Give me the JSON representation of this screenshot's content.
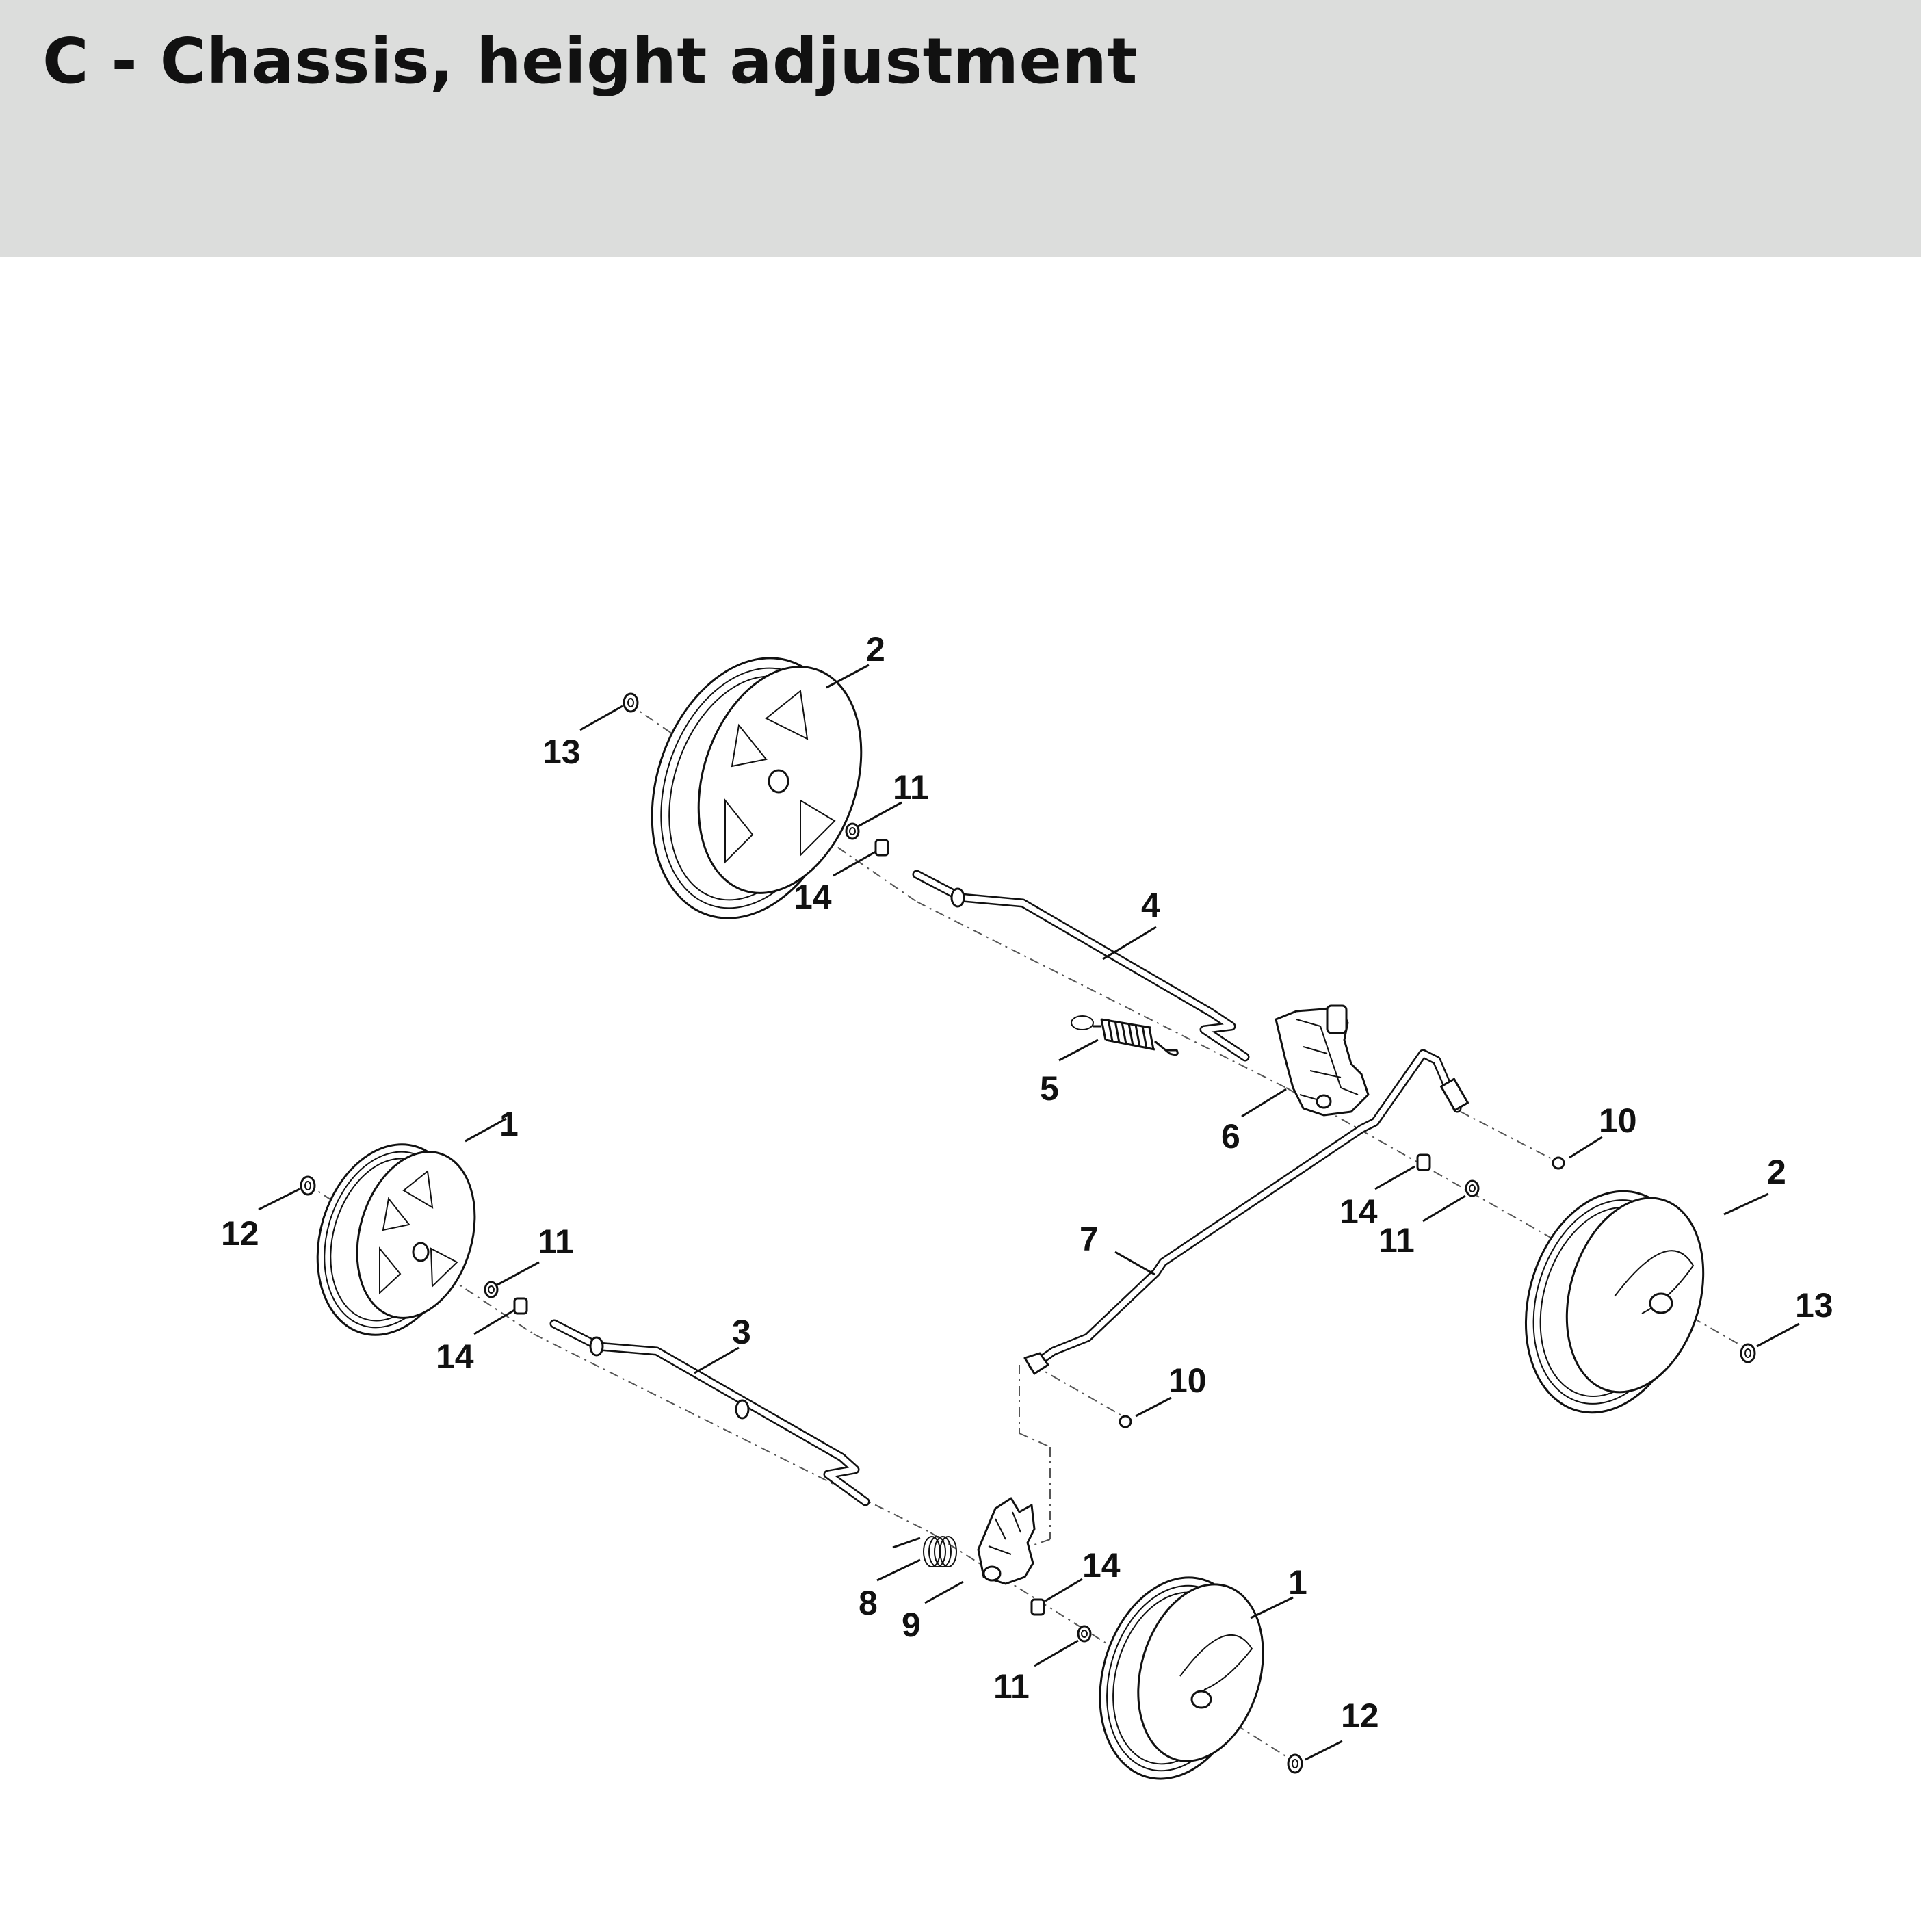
{
  "header": {
    "title": "C - Chassis, height adjustment",
    "background": "#dcdddc"
  },
  "diagram": {
    "callouts": [
      {
        "label": "2"
      },
      {
        "label": "13"
      },
      {
        "label": "11"
      },
      {
        "label": "14"
      },
      {
        "label": "4"
      },
      {
        "label": "5"
      },
      {
        "label": "6"
      },
      {
        "label": "10"
      },
      {
        "label": "1"
      },
      {
        "label": "12"
      },
      {
        "label": "11"
      },
      {
        "label": "14"
      },
      {
        "label": "3"
      },
      {
        "label": "7"
      },
      {
        "label": "14"
      },
      {
        "label": "11"
      },
      {
        "label": "2"
      },
      {
        "label": "13"
      },
      {
        "label": "10"
      },
      {
        "label": "8"
      },
      {
        "label": "9"
      },
      {
        "label": "14"
      },
      {
        "label": "1"
      },
      {
        "label": "11"
      },
      {
        "label": "12"
      }
    ]
  }
}
